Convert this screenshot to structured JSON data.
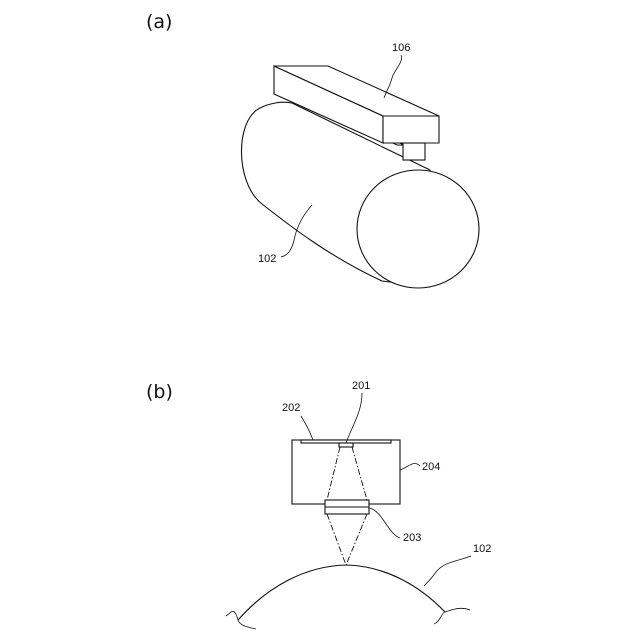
{
  "panels": {
    "a": {
      "label": "(a)",
      "refs": {
        "head": "106",
        "roller": "102"
      }
    },
    "b": {
      "label": "(b)",
      "refs": {
        "sensor": "201",
        "substrate": "202",
        "lens": "203",
        "housing": "204",
        "roller": "102"
      }
    }
  }
}
